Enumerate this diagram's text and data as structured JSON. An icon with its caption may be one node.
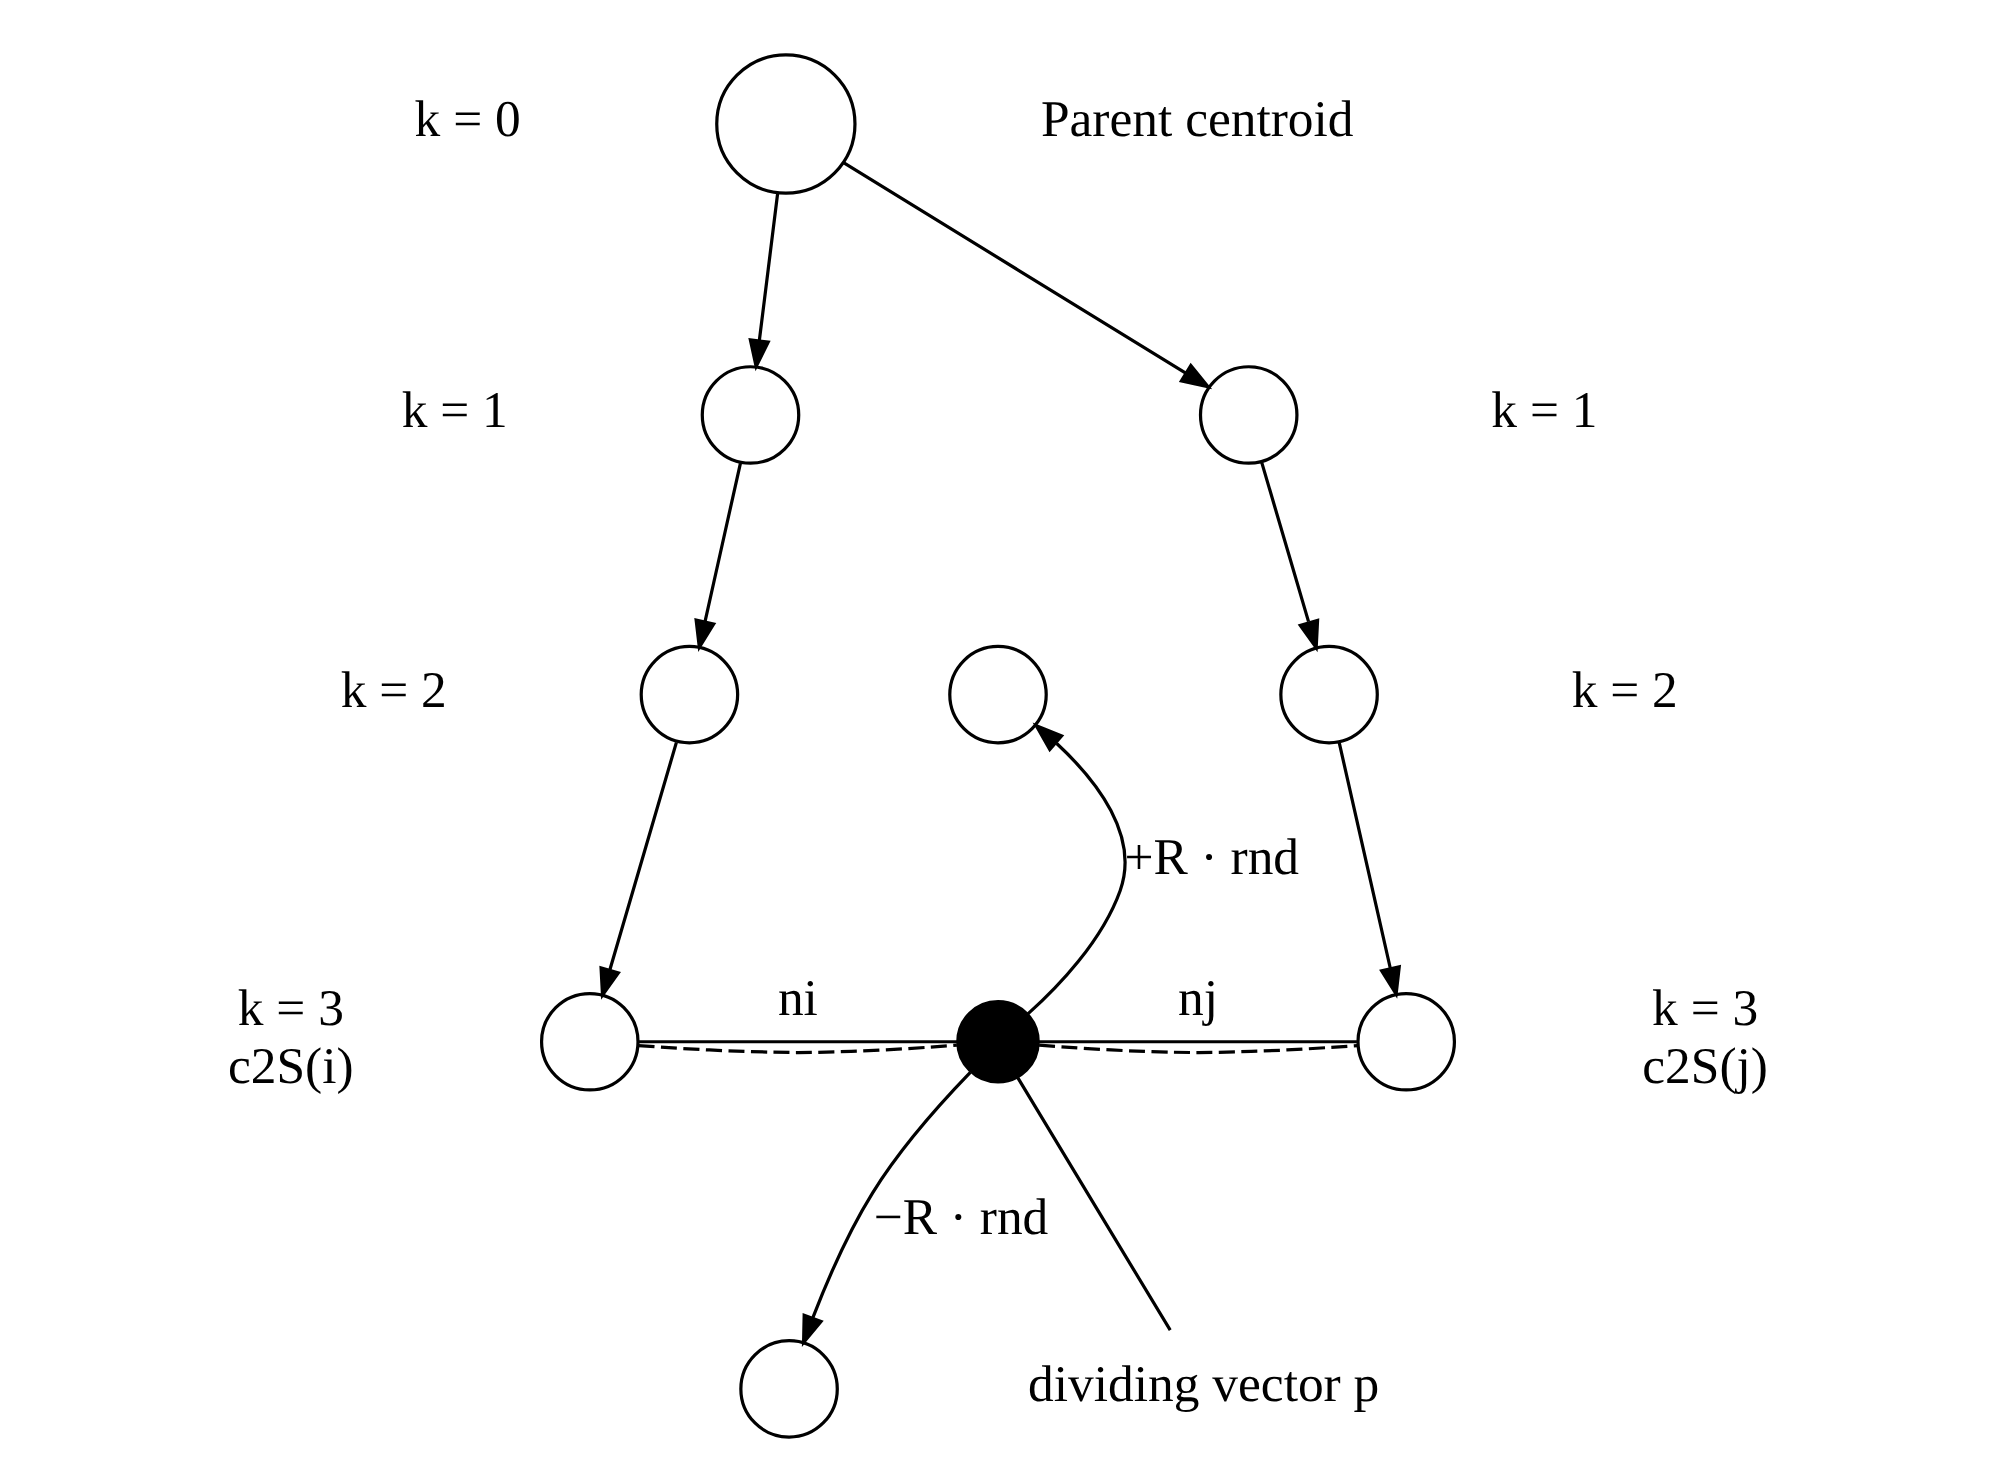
{
  "diagram": {
    "nodes": [
      {
        "text": [],
        "shape": "circle",
        "beside": [
          "k = 0",
          "Parent centroid"
        ]
      },
      {
        "text": [],
        "shape": "circle",
        "beside": [
          "k = 1"
        ]
      },
      {
        "text": [],
        "shape": "circle",
        "beside": [
          "k = 1"
        ]
      },
      {
        "text": [],
        "shape": "circle",
        "beside": [
          "k = 2"
        ]
      },
      {
        "text": [],
        "shape": "circle",
        "beside": [
          "k = 2"
        ]
      },
      {
        "text": [],
        "shape": "circle",
        "beside": [
          "k = 3",
          "c2S(i)"
        ]
      },
      {
        "text": [],
        "shape": "circle",
        "beside": [
          "k = 3",
          "c2S(j)"
        ]
      },
      {
        "text": [],
        "shape": "circle"
      },
      {
        "text": [],
        "shape": "circle"
      },
      {
        "text": [],
        "shape": "circle"
      },
      {
        "text": [
          "dividing vector p"
        ]
      }
    ],
    "edges": [
      {
        "from": 0,
        "to": 1,
        "arrow": "to"
      },
      {
        "from": 0,
        "to": 2,
        "arrow": "to"
      },
      {
        "from": 1,
        "to": 3,
        "arrow": "to"
      },
      {
        "from": 2,
        "to": 4,
        "arrow": "to"
      },
      {
        "from": 3,
        "to": 5,
        "arrow": "to"
      },
      {
        "from": 4,
        "to": 6,
        "arrow": "to"
      },
      {
        "from": 7,
        "to": 8,
        "arrow": "to",
        "label": "+R · rnd"
      },
      {
        "from": 7,
        "to": 9,
        "arrow": "to",
        "label": "−R · rnd"
      },
      {
        "from": 5,
        "to": 7,
        "arrow": "none",
        "label": "ni"
      },
      {
        "from": 5,
        "to": 7,
        "arrow": "none",
        "style": "dashed"
      },
      {
        "from": 7,
        "to": 6,
        "arrow": "none",
        "label": "nj"
      },
      {
        "from": 7,
        "to": 6,
        "arrow": "none",
        "style": "dashed"
      },
      {
        "from": 10,
        "to": 7,
        "arrow": "none"
      }
    ]
  }
}
